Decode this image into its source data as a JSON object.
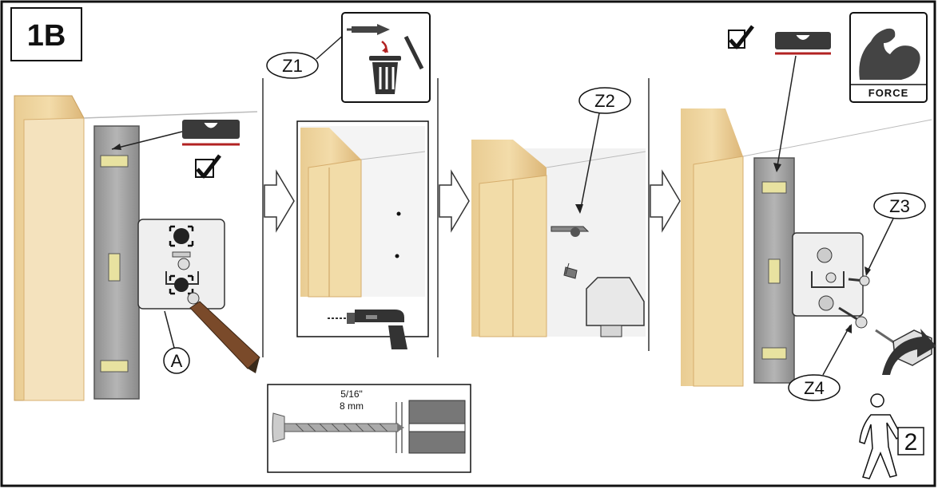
{
  "step_label": "1B",
  "callouts": {
    "a": "A",
    "z1": "Z1",
    "z2": "Z2",
    "z3": "Z3",
    "z4": "Z4"
  },
  "drill_bit": {
    "size_in": "5/16\"",
    "size_mm": "8 mm"
  },
  "force_label": "FORCE",
  "people_count": "2",
  "icons": [
    "level-icon",
    "checkbox-icon",
    "trash-icon",
    "drill-icon",
    "force-arm-icon",
    "two-person-icon",
    "hammer-icon",
    "screwdriver-icon"
  ],
  "colors": {
    "wood": "#e8c98f",
    "wood_dark": "#d2a866",
    "metal": "#9b9b9b",
    "plate": "#ececec",
    "accent_red": "#b22222"
  }
}
